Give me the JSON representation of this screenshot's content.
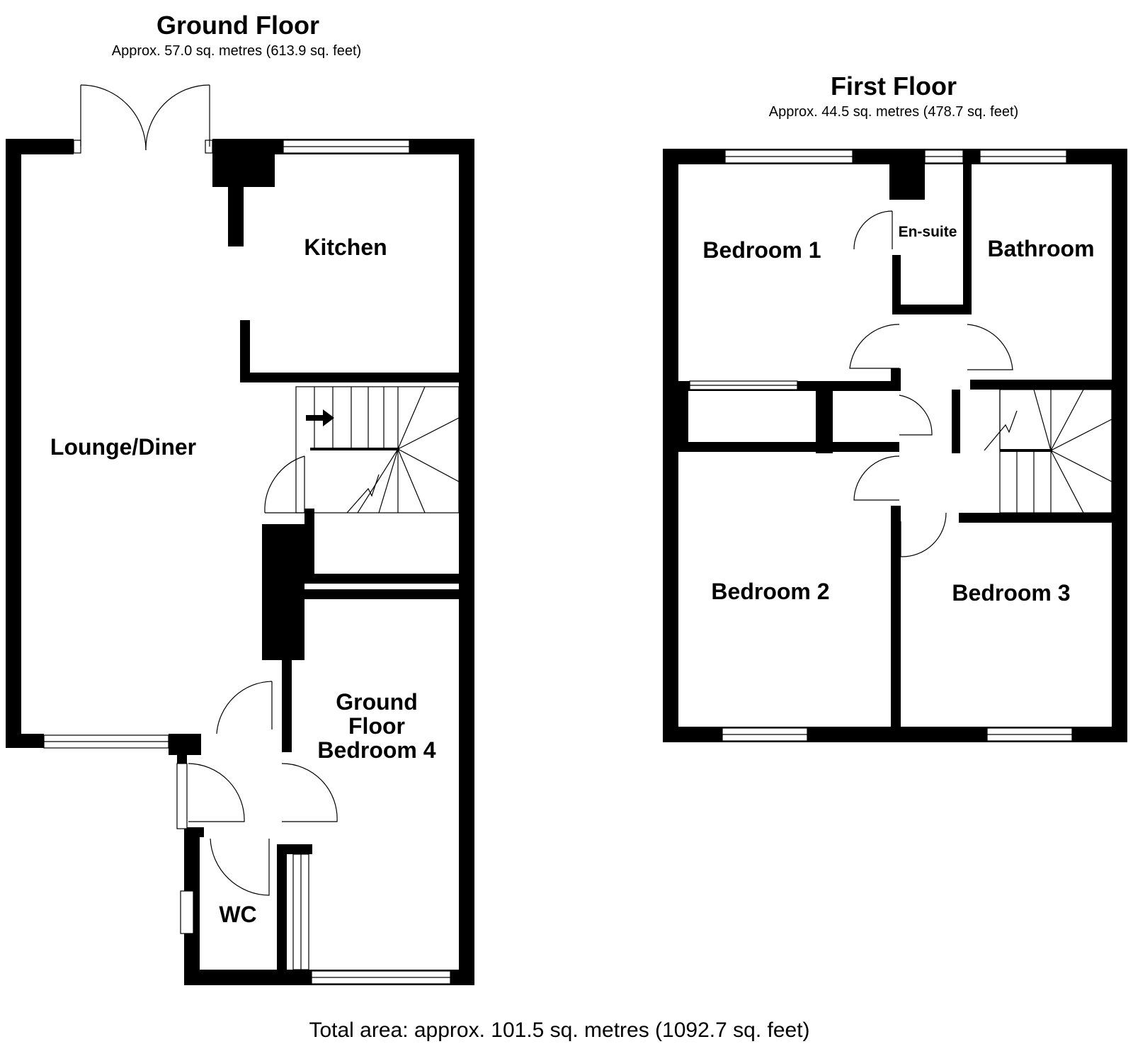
{
  "ground_floor": {
    "title": "Ground Floor",
    "area": "Approx. 57.0 sq. metres (613.9 sq. feet)",
    "rooms": {
      "kitchen": "Kitchen",
      "lounge": "Lounge/Diner",
      "bedroom4_l1": "Ground",
      "bedroom4_l2": "Floor",
      "bedroom4_l3": "Bedroom 4",
      "wc": "WC"
    }
  },
  "first_floor": {
    "title": "First Floor",
    "area": "Approx. 44.5 sq. metres (478.7 sq. feet)",
    "rooms": {
      "bedroom1": "Bedroom 1",
      "ensuite": "En-suite",
      "bathroom": "Bathroom",
      "bedroom2": "Bedroom 2",
      "bedroom3": "Bedroom 3"
    }
  },
  "total_area": "Total area: approx. 101.5 sq. metres (1092.7 sq. feet)"
}
